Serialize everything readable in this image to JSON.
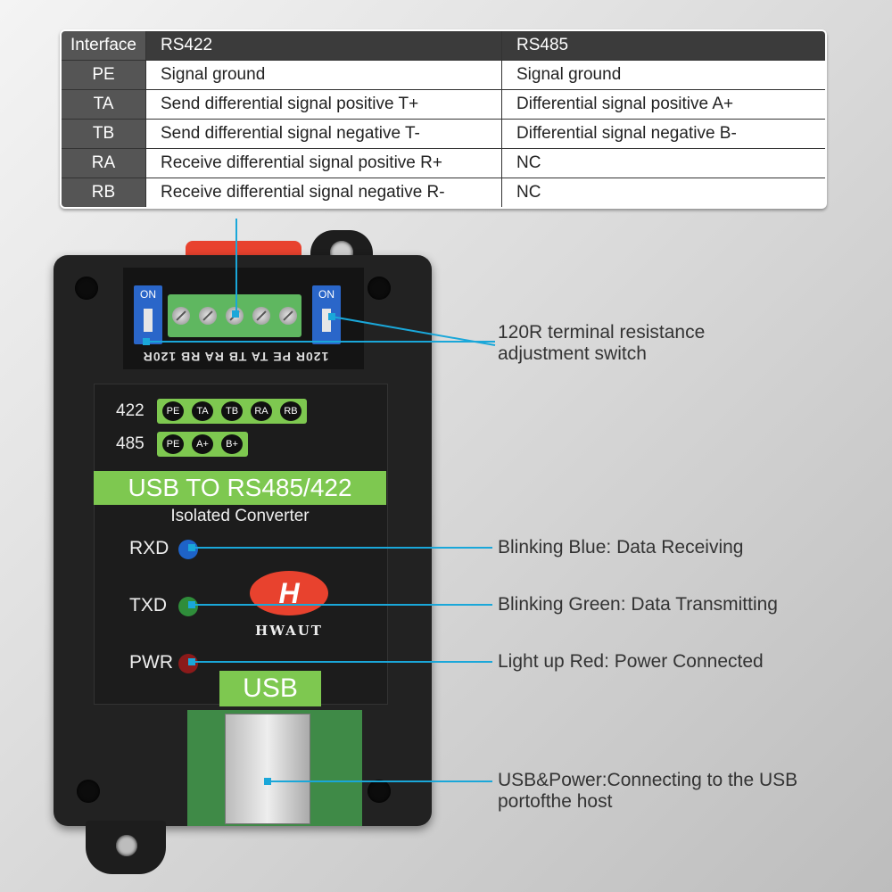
{
  "table": {
    "headers": [
      "Interface",
      "RS422",
      "RS485"
    ],
    "rows": [
      [
        "PE",
        "Signal ground",
        "Signal ground"
      ],
      [
        "TA",
        "Send differential signal positive T+",
        "Differential signal positive A+"
      ],
      [
        "TB",
        "Send differential signal negative T-",
        "Differential signal negative B-"
      ],
      [
        "RA",
        "Receive differential signal positive R+",
        "NC"
      ],
      [
        "RB",
        "Receive differential signal negative R-",
        "NC"
      ]
    ]
  },
  "device": {
    "switch_on_label": "ON",
    "terminal_labels": "120R PE TA TB RA RB 120R",
    "pin_rows": [
      {
        "label": "422",
        "pins": [
          "PE",
          "TA",
          "TB",
          "RA",
          "RB"
        ]
      },
      {
        "label": "485",
        "pins": [
          "PE",
          "A+",
          "B+"
        ]
      }
    ],
    "banner": "USB TO RS485/422",
    "subtitle": "Isolated Converter",
    "leds": [
      {
        "label": "RXD",
        "color": "#1e63c8"
      },
      {
        "label": "TXD",
        "color": "#2f8d3a"
      },
      {
        "label": "PWR",
        "color": "#8b1a1a"
      }
    ],
    "logo_mark": "H",
    "brand": "HWAUT",
    "usb_tag": "USB"
  },
  "callouts": {
    "resistor_switch": [
      "120R terminal resistance",
      "adjustment switch"
    ],
    "rxd": "Blinking Blue: Data Receiving",
    "txd": "Blinking Green: Data Transmitting",
    "pwr": "Light up Red: Power Connected",
    "usb": [
      "USB&Power:Connecting to the USB",
      "portofthe host"
    ]
  },
  "colors": {
    "leader_line": "#1aa7d9",
    "panel_green": "#7ec850",
    "logo_red": "#e8422e"
  }
}
